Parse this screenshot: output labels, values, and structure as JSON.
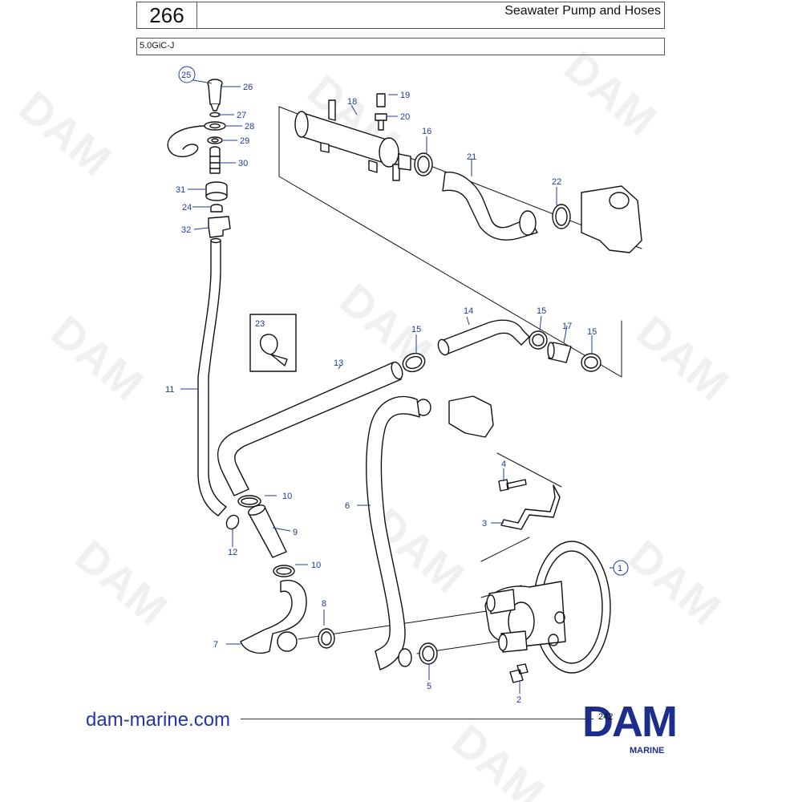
{
  "header": {
    "page_number": "266",
    "title": "Seawater Pump and Hoses",
    "model": "5.0GiC-J"
  },
  "callouts": [
    {
      "id": "c1",
      "label": "1"
    },
    {
      "id": "c2",
      "label": "2"
    },
    {
      "id": "c3",
      "label": "3"
    },
    {
      "id": "c4",
      "label": "4"
    },
    {
      "id": "c5",
      "label": "5"
    },
    {
      "id": "c6",
      "label": "6"
    },
    {
      "id": "c7",
      "label": "7"
    },
    {
      "id": "c8",
      "label": "8"
    },
    {
      "id": "c9",
      "label": "9"
    },
    {
      "id": "c10a",
      "label": "10"
    },
    {
      "id": "c10b",
      "label": "10"
    },
    {
      "id": "c11",
      "label": "11"
    },
    {
      "id": "c12",
      "label": "12"
    },
    {
      "id": "c13",
      "label": "13"
    },
    {
      "id": "c14",
      "label": "14"
    },
    {
      "id": "c15a",
      "label": "15"
    },
    {
      "id": "c15b",
      "label": "15"
    },
    {
      "id": "c15c",
      "label": "15"
    },
    {
      "id": "c16",
      "label": "16"
    },
    {
      "id": "c17",
      "label": "17"
    },
    {
      "id": "c18",
      "label": "18"
    },
    {
      "id": "c19",
      "label": "19"
    },
    {
      "id": "c20",
      "label": "20"
    },
    {
      "id": "c21",
      "label": "21"
    },
    {
      "id": "c22",
      "label": "22"
    },
    {
      "id": "c23",
      "label": "23"
    },
    {
      "id": "c24",
      "label": "24"
    },
    {
      "id": "c25",
      "label": "25"
    },
    {
      "id": "c26",
      "label": "26"
    },
    {
      "id": "c27",
      "label": "27"
    },
    {
      "id": "c28",
      "label": "28"
    },
    {
      "id": "c29",
      "label": "29"
    },
    {
      "id": "c30",
      "label": "30"
    },
    {
      "id": "c31",
      "label": "31"
    },
    {
      "id": "c32",
      "label": "32"
    }
  ],
  "watermark": "DAM",
  "footer": {
    "website": "dam-marine.com",
    "drawing_number": "242",
    "logo_text": "DAM",
    "logo_sub": "MARINE"
  },
  "colors": {
    "label_blue": "#1d3b9a",
    "logo_blue": "#1a2e8a",
    "website_blue": "#2236a6"
  }
}
